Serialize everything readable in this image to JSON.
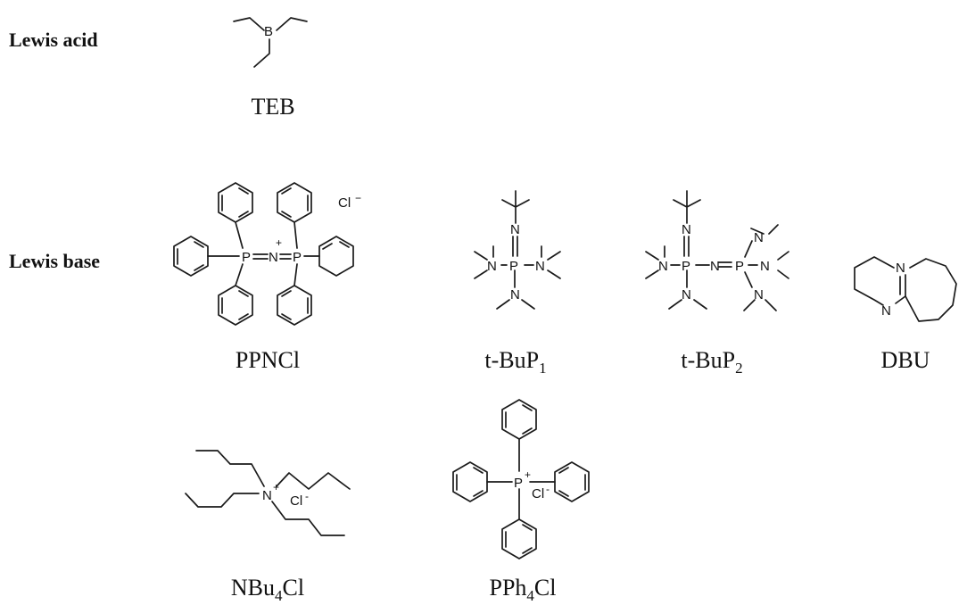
{
  "sections": {
    "acid_label": "Lewis acid",
    "base_label": "Lewis base"
  },
  "molecules": {
    "teb": {
      "name": "TEB",
      "atoms": {
        "B": "B"
      }
    },
    "ppncl": {
      "name": "PPNCl",
      "counterion": "Cl",
      "counterion_charge": "−",
      "atoms": {
        "P": "P",
        "N": "N",
        "plus": "+"
      }
    },
    "tbup1": {
      "name_main": "t-BuP",
      "name_sub": "1",
      "atoms": {
        "P": "P",
        "N": "N"
      }
    },
    "tbup2": {
      "name_main": "t-BuP",
      "name_sub": "2",
      "atoms": {
        "P": "P",
        "N": "N"
      }
    },
    "dbu": {
      "name": "DBU",
      "atoms": {
        "N": "N"
      }
    },
    "nbu4cl": {
      "name_main": "NBu",
      "name_sub": "4",
      "name_tail": "Cl",
      "counterion": "Cl",
      "counterion_charge": "-",
      "atoms": {
        "N": "N",
        "plus": "+"
      }
    },
    "pph4cl": {
      "name_main": "PPh",
      "name_sub": "4",
      "name_tail": "Cl",
      "counterion": "Cl",
      "counterion_charge": "-",
      "atoms": {
        "P": "P",
        "plus": "+"
      }
    }
  }
}
